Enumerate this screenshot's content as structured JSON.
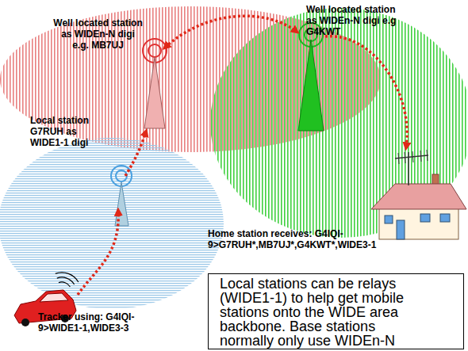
{
  "diagram": {
    "nodes": [
      {
        "text": [
          "Local stations can be relays (WIDE1-1) to help get mobile stations onto the WIDE area backbone. Base stations normally only use WIDEn-N"
        ]
      }
    ],
    "labels": [
      "Well located station as WIDEn-N digi e.g G4KWT",
      "Well located station as WIDEn-N digi e.g. MB7UJ",
      "Local station G7RUH as WIDE1-1 digi",
      "Home station receives: G4IQI-9>G7RUH*,MB7UJ*,G4KWT*,WIDE3-1",
      "Tracker using: G4IQI-9>WIDE1-1,WIDE3-3"
    ]
  }
}
